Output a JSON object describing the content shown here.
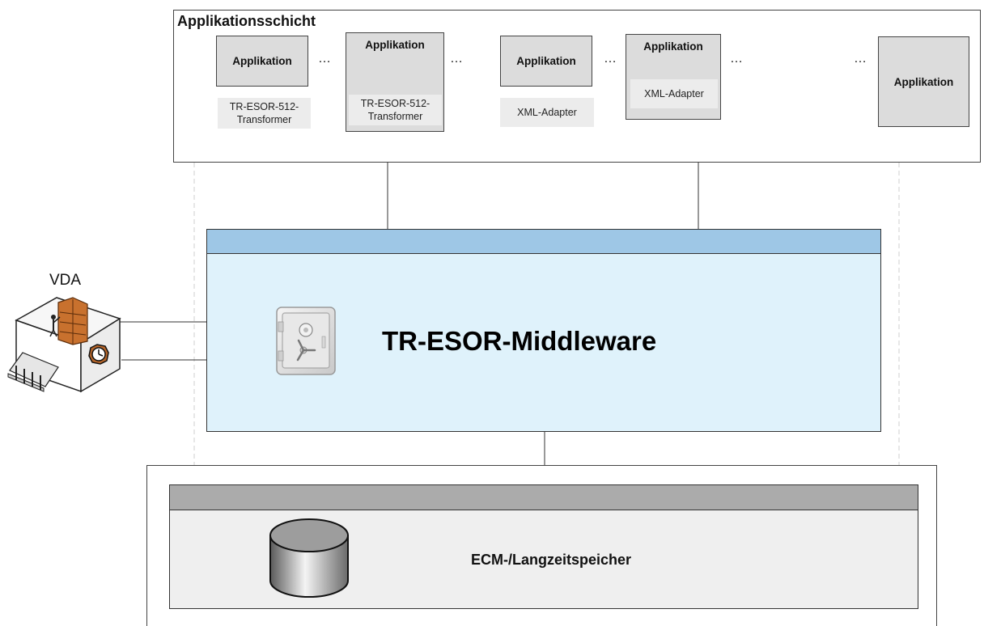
{
  "application_layer": {
    "title": "Applikationsschicht",
    "app_label": "Applikation",
    "ellipsis": "…",
    "adapters": {
      "transformer_1": "TR-ESOR-512-\nTransformer",
      "transformer_2": "TR-ESOR-512-\nTransformer",
      "xml_adapter_1": "XML-Adapter",
      "xml_adapter_2": "XML-Adapter"
    }
  },
  "middleware": {
    "title": "TR-ESOR-Middleware",
    "header_color": "#9ec7e6",
    "body_color": "#dff2fb",
    "icon": "safe-icon"
  },
  "storage": {
    "title": "ECM-/Langzeitspeicher",
    "icon": "database-cylinder-icon"
  },
  "vda": {
    "label": "VDA",
    "icon": "building-with-archive-and-clock-icon"
  }
}
